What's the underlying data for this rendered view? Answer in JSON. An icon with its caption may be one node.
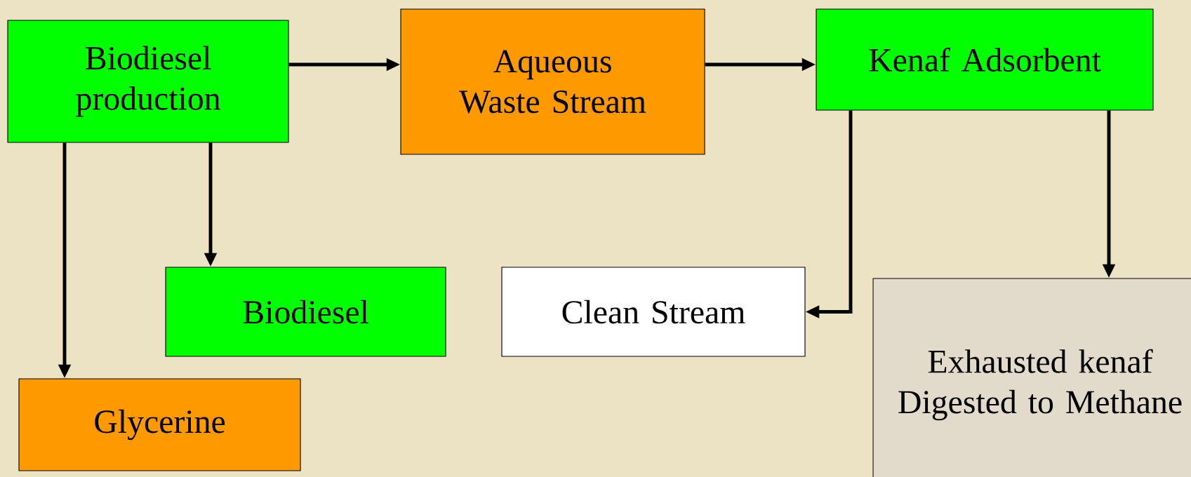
{
  "diagram": {
    "nodes": [
      {
        "text": [
          "Biodiesel production"
        ]
      },
      {
        "text": [
          "Aqueous Waste Stream"
        ]
      },
      {
        "text": [
          "Kenaf Adsorbent"
        ]
      },
      {
        "text": [
          "Biodiesel"
        ]
      },
      {
        "text": [
          "Clean Stream"
        ]
      },
      {
        "text": [
          "Exhausted kenaf Digested to Methane"
        ]
      },
      {
        "text": [
          "Glycerine"
        ]
      }
    ],
    "edges": [
      {
        "from": 0,
        "to": 1,
        "arrow": "to"
      },
      {
        "from": 1,
        "to": 2,
        "arrow": "to"
      },
      {
        "from": 0,
        "to": 3,
        "arrow": "to"
      },
      {
        "from": 0,
        "to": 6,
        "arrow": "to"
      },
      {
        "from": 2,
        "to": 4,
        "arrow": "to"
      },
      {
        "from": 2,
        "to": 5,
        "arrow": "to"
      }
    ]
  }
}
